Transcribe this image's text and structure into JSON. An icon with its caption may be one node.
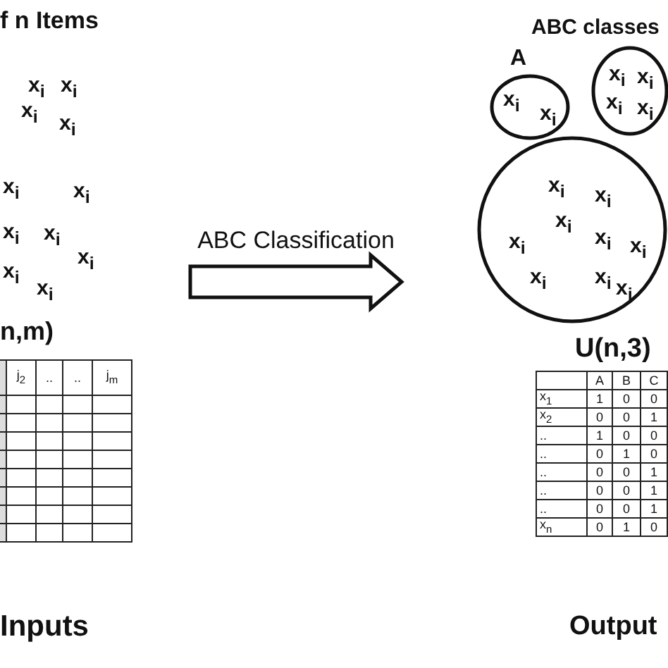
{
  "diagram": {
    "nodes": [
      {
        "text": [
          "f n Items",
          "x$_{i}$",
          "x$_{i}$",
          "x$_{i}$",
          "x$_{i}$",
          "x$_{i}$",
          "x$_{i}$",
          "x$_{i}$",
          "x$_{i}$",
          "x$_{i}$",
          "x$_{i}$",
          "x$_{i}$"
        ]
      },
      {
        "text": [
          "ABC classes"
        ]
      },
      {
        "text": [
          "A",
          "x$_{i}$",
          "x$_{i}$"
        ],
        "in": 1
      },
      {
        "text": [
          "x$_{i}$",
          "x$_{i}$",
          "x$_{i}$",
          "x$_{i}$"
        ],
        "in": 1
      },
      {
        "text": [
          "x$_{i}$",
          "x$_{i}$",
          "x$_{i}$",
          "x$_{i}$",
          "x$_{i}$",
          "x$_{i}$",
          "x$_{i}$",
          "x$_{i}$",
          "x$_{i}$"
        ],
        "in": 1
      }
    ],
    "edges": [
      {
        "from": 0,
        "to": 1,
        "arrow": "to",
        "label": "ABC Classification",
        "style": "thick"
      }
    ],
    "labels": [
      "n,m)",
      "j$_{2}$",
      "..",
      "..",
      "j$_{m}$",
      "Inputs",
      "U(n,3)",
      "A",
      "B",
      "C",
      "x$_{1}$",
      "1",
      "0",
      "0",
      "x$_{2}$",
      "0",
      "0",
      "1",
      "..",
      "1",
      "0",
      "0",
      "..",
      "0",
      "1",
      "0",
      "..",
      "0",
      "0",
      "1",
      "..",
      "0",
      "0",
      "1",
      "..",
      "0",
      "0",
      "1",
      "x$_{n}$",
      "0",
      "1",
      "0",
      "Output"
    ]
  }
}
